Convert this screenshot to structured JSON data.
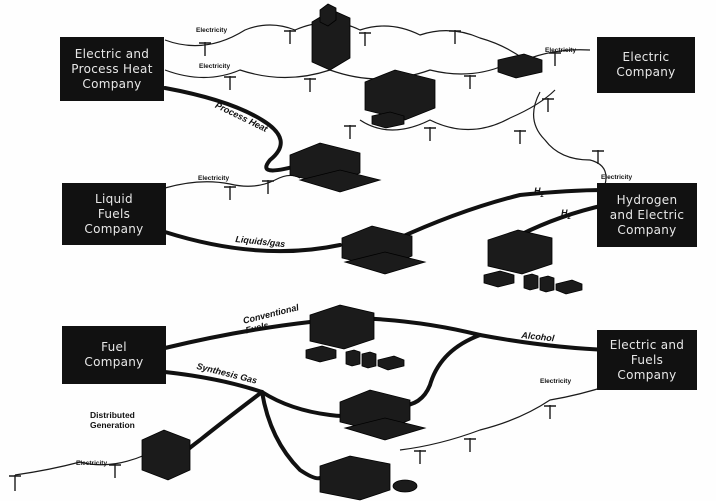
{
  "companies": {
    "electric_heat": "Electric and\nProcess Heat\nCompany",
    "electric": "Electric\nCompany",
    "liquid_fuels": "Liquid\nFuels\nCompany",
    "hydrogen_electric": "Hydrogen\nand Electric\nCompany",
    "fuel": "Fuel\nCompany",
    "electric_fuels": "Electric and\nFuels\nCompany"
  },
  "flows": {
    "electricity": "Electricity",
    "process_heat": "Process Heat",
    "liquids_gas": "Liquids/gas",
    "h2_symbol": "H",
    "h2_subscript": "2",
    "conventional_fuels": "Conventional\nFuels",
    "alcohol": "Alcohol",
    "synthesis_gas": "Synthesis Gas"
  },
  "distributed_generation": "Distributed\nGeneration",
  "colors": {
    "box": "#111111",
    "box_text": "#e8e8e8",
    "line": "#1a1a1a",
    "bg": "#fefefe"
  }
}
